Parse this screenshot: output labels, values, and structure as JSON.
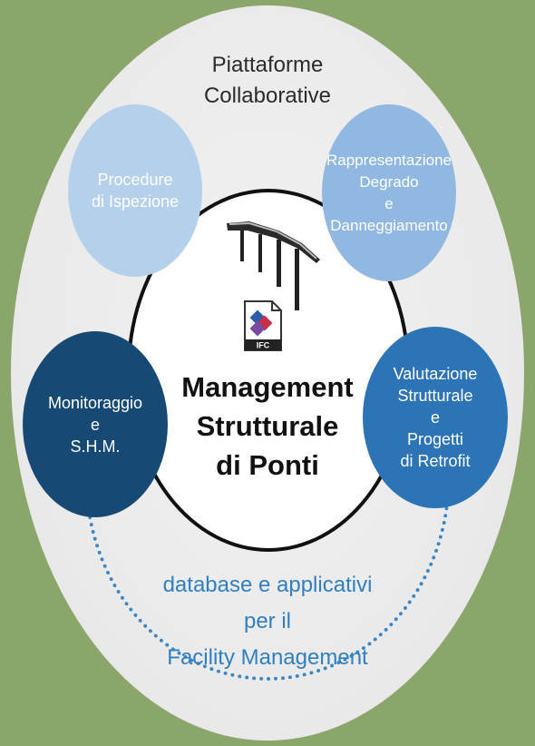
{
  "top_label": [
    "Piattaforme",
    "Collaborative"
  ],
  "center": {
    "title_lines": [
      "Management",
      "Strutturale",
      "di Ponti"
    ]
  },
  "satellites": {
    "top_left": [
      "Procedure",
      "di Ispezione"
    ],
    "top_right": [
      "Rappresentazione",
      "Degrado",
      "e",
      "Danneggiamento"
    ],
    "bottom_left": [
      "Monitoraggio",
      "e",
      "S.H.M."
    ],
    "bottom_right": [
      "Valutazione",
      "Strutturale",
      "e",
      "Progetti",
      "di Retrofit"
    ]
  },
  "bottom_label": [
    "database e applicativi",
    "per il",
    "Facility Management"
  ],
  "icons": {
    "bridge": "bridge-icon",
    "ifc_file": "ifc-file-icon",
    "ifc_text": "IFC"
  },
  "colors": {
    "background": "#8ba66b",
    "ring": "#3a86c6",
    "light_blue": "#b4d0ea",
    "mid_blue": "#90b8e0",
    "dark_blue": "#164a75",
    "blue": "#2d74b6"
  }
}
